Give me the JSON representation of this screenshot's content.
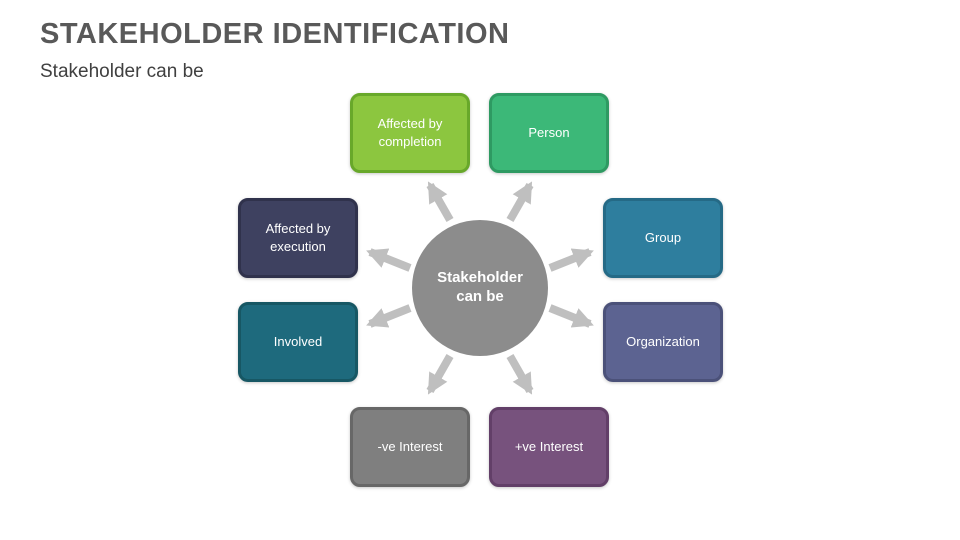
{
  "header": {
    "title": "STAKEHOLDER IDENTIFICATION",
    "subtitle": "Stakeholder can be"
  },
  "diagram": {
    "center": {
      "label": "Stakeholder can be",
      "bg": "#8C8C8C"
    },
    "arrow_color": "#BFBFBF",
    "nodes": [
      {
        "id": "affected-by-completion",
        "label": "Affected by completion",
        "bg": "#8CC63F",
        "border": "#68A82A"
      },
      {
        "id": "person",
        "label": "Person",
        "bg": "#3CB878",
        "border": "#2E9A62"
      },
      {
        "id": "group",
        "label": "Group",
        "bg": "#2E7E9E",
        "border": "#256A86"
      },
      {
        "id": "organization",
        "label": "Organization",
        "bg": "#5C6391",
        "border": "#4B5179"
      },
      {
        "id": "pve-interest",
        "label": "+ve Interest",
        "bg": "#77527D",
        "border": "#623F68"
      },
      {
        "id": "nve-interest",
        "label": "-ve Interest",
        "bg": "#7F7F7F",
        "border": "#676767"
      },
      {
        "id": "involved",
        "label": "Involved",
        "bg": "#1E6A7D",
        "border": "#175764"
      },
      {
        "id": "affected-by-execution",
        "label": "Affected by execution",
        "bg": "#3E4160",
        "border": "#30324C"
      }
    ]
  }
}
